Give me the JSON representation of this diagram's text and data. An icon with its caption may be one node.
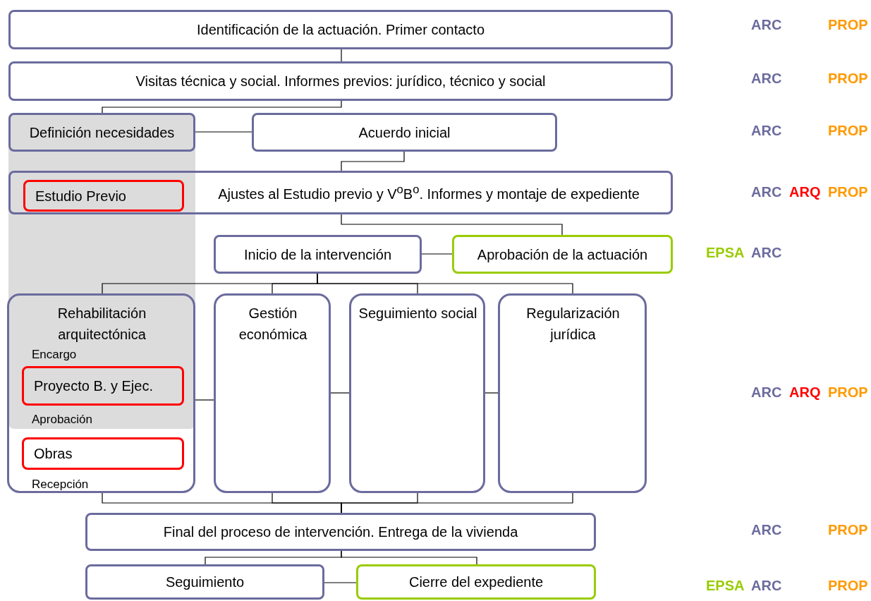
{
  "diagram": {
    "nodes": [
      {
        "text": [
          "Identificación de la actuación. Primer contacto"
        ]
      },
      {
        "text": [
          "Visitas técnica y social. Informes previos: jurídico, técnico y social"
        ]
      },
      {
        "text": [
          "Definición necesidades"
        ]
      },
      {
        "text": [
          "Acuerdo inicial"
        ]
      },
      {
        "text": [
          "Ajustes al Estudio previo y V$^{o}$B$^{o}$. Informes y montaje de expediente"
        ]
      },
      {
        "text": [
          "Estudio Previo"
        ],
        "in": 4
      },
      {
        "text": [
          "Inicio de la intervención"
        ]
      },
      {
        "text": [
          "Aprobación de la actuación"
        ]
      },
      {
        "text": [
          "Rehabilitación arquitectónica",
          "Encargo",
          "Aprobación",
          "Recepción"
        ]
      },
      {
        "text": [
          "Proyecto B. y Ejec."
        ],
        "in": 8
      },
      {
        "text": [
          "Obras"
        ],
        "in": 8
      },
      {
        "text": [
          "Gestión económica"
        ]
      },
      {
        "text": [
          "Seguimiento social"
        ]
      },
      {
        "text": [
          "Regularización jurídica"
        ]
      },
      {
        "text": [
          "Final del proceso de intervención. Entrega de la vivienda"
        ]
      },
      {
        "text": [
          "Seguimiento"
        ]
      },
      {
        "text": [
          "Cierre del expediente"
        ]
      }
    ],
    "edges": [
      {
        "from": 0,
        "to": 1,
        "arrow": "none"
      },
      {
        "from": 1,
        "to": 2,
        "arrow": "none"
      },
      {
        "from": 2,
        "to": 3,
        "arrow": "none"
      },
      {
        "from": 3,
        "to": 4,
        "arrow": "none"
      },
      {
        "from": 4,
        "to": 7,
        "arrow": "none"
      },
      {
        "from": 6,
        "to": 7,
        "arrow": "none"
      },
      {
        "from": 6,
        "to": 8,
        "arrow": "none"
      },
      {
        "from": 6,
        "to": 11,
        "arrow": "none"
      },
      {
        "from": 6,
        "to": 12,
        "arrow": "none"
      },
      {
        "from": 6,
        "to": 13,
        "arrow": "none"
      },
      {
        "from": 8,
        "to": 11,
        "arrow": "none"
      },
      {
        "from": 11,
        "to": 12,
        "arrow": "none"
      },
      {
        "from": 12,
        "to": 13,
        "arrow": "none"
      },
      {
        "from": 8,
        "to": 14,
        "arrow": "none"
      },
      {
        "from": 11,
        "to": 14,
        "arrow": "none"
      },
      {
        "from": 12,
        "to": 14,
        "arrow": "none"
      },
      {
        "from": 13,
        "to": 14,
        "arrow": "none"
      },
      {
        "from": 14,
        "to": 15,
        "arrow": "none"
      },
      {
        "from": 14,
        "to": 16,
        "arrow": "none"
      },
      {
        "from": 15,
        "to": 16,
        "arrow": "none"
      }
    ],
    "labels": [
      "ARC",
      "PROP",
      "ARC",
      "PROP",
      "ARC",
      "PROP",
      "ARC",
      "ARQ",
      "PROP",
      "EPSA",
      "ARC",
      "ARC",
      "ARQ",
      "PROP",
      "ARC",
      "PROP",
      "EPSA",
      "ARC",
      "PROP"
    ]
  }
}
